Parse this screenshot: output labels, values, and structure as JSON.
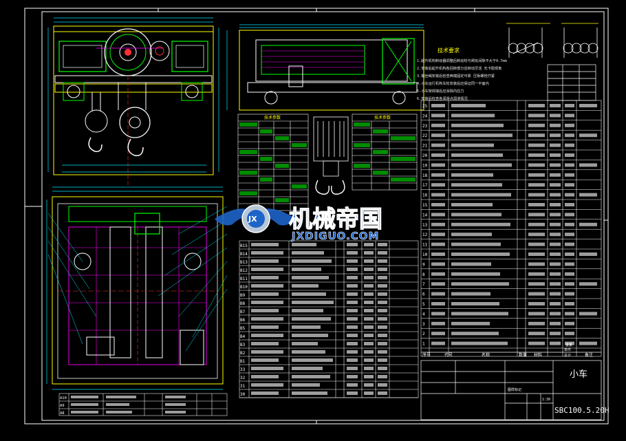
{
  "drawing": {
    "title_cn": "小车",
    "drawing_no": "SBC100.5.20H",
    "scale": "1:30",
    "sheet": "图样标记"
  },
  "watermark": {
    "name_cn": "机械帝国",
    "url": "JXDIGUO.COM",
    "badge": "JX"
  },
  "tech_requirements": {
    "title": "技术要求",
    "lines": [
      "1.起升机构制动器调整后制动轮与闸瓦间隙不大于0.7mm",
      "2.安装后起升机构各回转部分应转动灵活 无卡阻现象",
      "3.钢丝绳安装后检查两端固定可靠 压板螺栓拧紧",
      "4.小车运行机构车轮安装后应保证同一平面内",
      "5.小车架焊接后应消除内应力",
      "6.安装后检查各润滑点润滑情况"
    ]
  },
  "tech_perf_tables": {
    "left_title": "技术参数",
    "right_title": "技术参数"
  },
  "title_block": {
    "col_labels": [
      "序号",
      "代号",
      "名称",
      "数量",
      "材料",
      "单件",
      "总计",
      "备注"
    ],
    "weight_label": "重量"
  },
  "bom_left_codes": [
    "B15",
    "B14",
    "B13",
    "B12",
    "B11",
    "B10",
    "B9",
    "B8",
    "B7",
    "B6",
    "B5",
    "B4",
    "B3",
    "B2",
    "B1",
    "33",
    "32",
    "31",
    "30"
  ],
  "bom_right_codes": [
    "25",
    "24",
    "23",
    "22",
    "21",
    "20",
    "19",
    "18",
    "17",
    "16",
    "15",
    "14",
    "13",
    "12",
    "11",
    "10",
    "9",
    "8",
    "7",
    "6",
    "5",
    "4",
    "3",
    "2",
    "1"
  ],
  "bottom_left_codes": [
    "A10",
    "A9",
    "A8"
  ],
  "colors": {
    "background": "#000000",
    "line_white": "#ffffff",
    "line_yellow": "#ffff00",
    "line_green": "#00ff00",
    "line_cyan": "#00e5ff",
    "line_magenta": "#ff00ff",
    "line_red": "#ff3030",
    "line_blue": "#3060ff",
    "watermark_blue": "#1e64c8"
  }
}
